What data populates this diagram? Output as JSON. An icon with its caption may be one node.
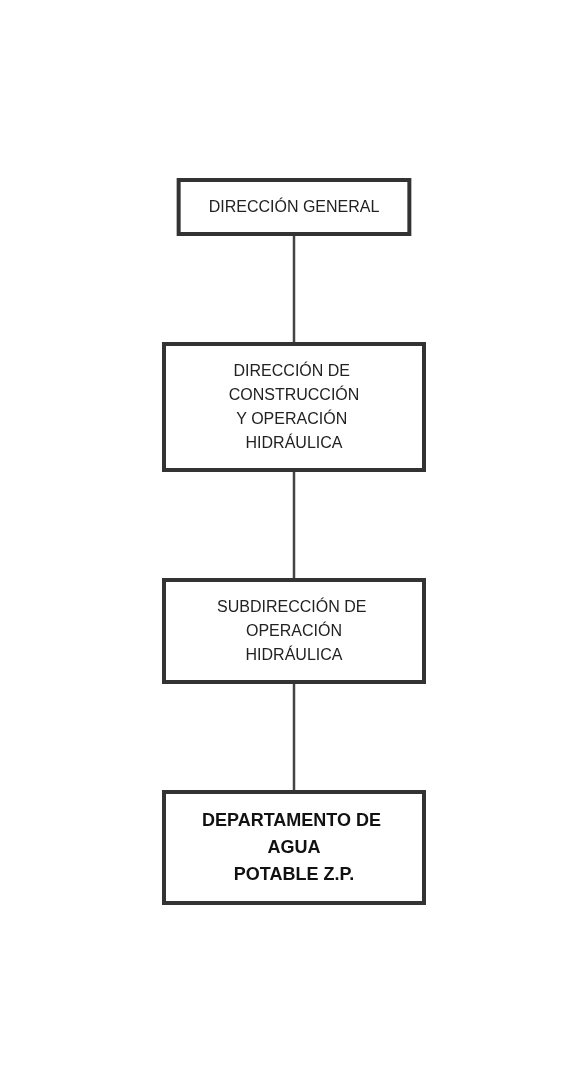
{
  "diagram": {
    "nodes": [
      {
        "text": [
          "DIRECCIÓN GENERAL"
        ]
      },
      {
        "text": [
          "DIRECCIÓN DE CONSTRUCCIÓN Y OPERACIÓN HIDRÁULICA"
        ]
      },
      {
        "text": [
          "SUBDIRECCIÓN DE OPERACIÓN HIDRÁULICA"
        ]
      },
      {
        "text": [
          "DEPARTAMENTO DE AGUA POTABLE Z.P."
        ]
      }
    ],
    "edges": [
      {
        "from": 0,
        "to": 1,
        "arrow": "none"
      },
      {
        "from": 1,
        "to": 2,
        "arrow": "none"
      },
      {
        "from": 2,
        "to": 3,
        "arrow": "none"
      }
    ]
  }
}
